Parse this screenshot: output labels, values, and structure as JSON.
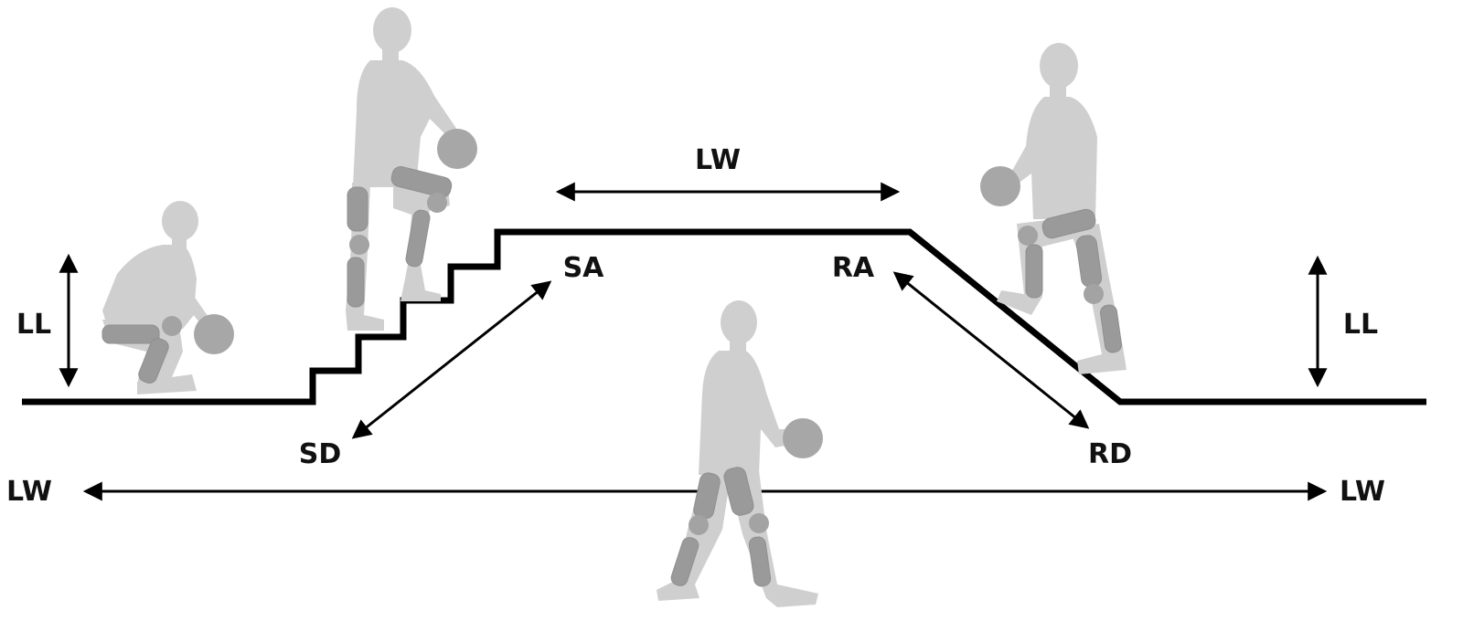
{
  "labels": {
    "lw_top": "LW",
    "lw_left": "LW",
    "lw_right": "LW",
    "ll_left": "LL",
    "ll_right": "LL",
    "sa": "SA",
    "sd": "SD",
    "ra": "RA",
    "rd": "RD"
  },
  "colors": {
    "terrain": "#000000",
    "figure": "#cfcfcf",
    "brace": "#9a9a9a",
    "text": "#111111"
  },
  "icons": [
    "squatting-person-icon",
    "stair-climbing-person-icon",
    "walking-person-icon",
    "ramp-person-icon"
  ]
}
